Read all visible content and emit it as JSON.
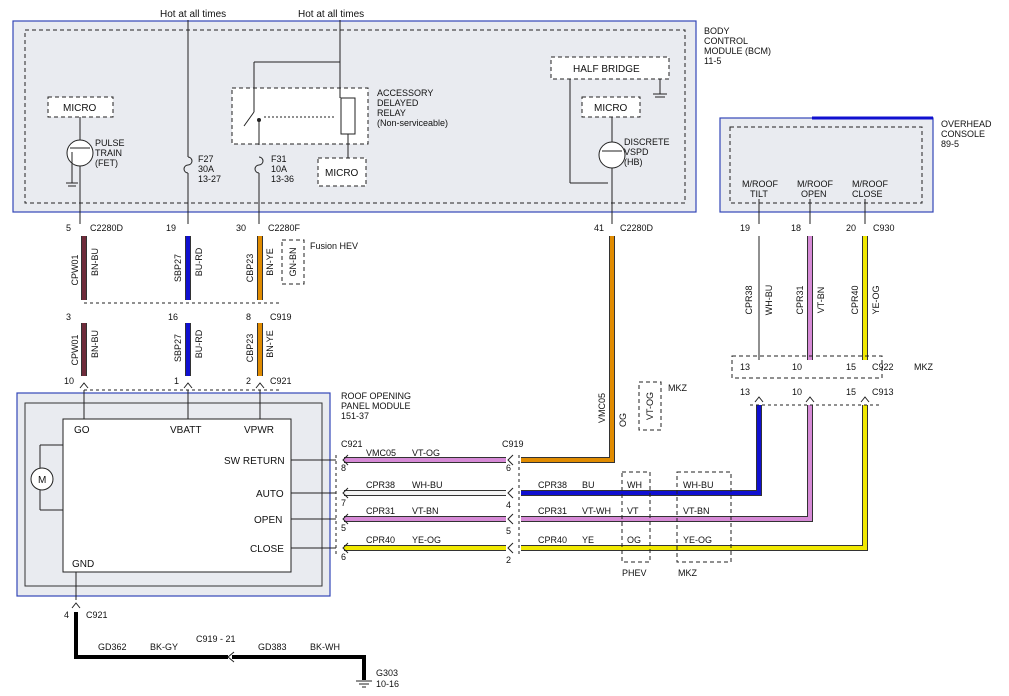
{
  "header": {
    "hot1": "Hot at all times",
    "hot2": "Hot at all times"
  },
  "bcm": {
    "title_lines": [
      "BODY",
      "CONTROL",
      "MODULE (BCM)",
      "11-5"
    ],
    "micro_left": "MICRO",
    "pulse_train": [
      "PULSE",
      "TRAIN",
      "(FET)"
    ],
    "relay": [
      "ACCESSORY",
      "DELAYED",
      "RELAY",
      "(Non-serviceable)"
    ],
    "micro_relay": "MICRO",
    "half_bridge": "HALF BRIDGE",
    "micro_right": "MICRO",
    "discrete": [
      "DISCRETE",
      "VSPD",
      "(HB)"
    ],
    "fuse_f27": [
      "F27",
      "30A",
      "13-27"
    ],
    "fuse_f31": [
      "F31",
      "10A",
      "13-36"
    ]
  },
  "overhead": {
    "title_lines": [
      "OVERHEAD",
      "CONSOLE",
      "89-5"
    ],
    "tilt": [
      "M/ROOF",
      "TILT"
    ],
    "open": [
      "M/ROOF",
      "OPEN"
    ],
    "close": [
      "M/ROOF",
      "CLOSE"
    ]
  },
  "roof_panel": {
    "title_lines": [
      "ROOF OPENING",
      "PANEL MODULE",
      "151-37"
    ],
    "go": "GO",
    "vbatt": "VBATT",
    "vpwr": "VPWR",
    "sw_return": "SW RETURN",
    "auto": "AUTO",
    "open": "OPEN",
    "close": "CLOSE",
    "gnd": "GND",
    "motor": "M"
  },
  "connectors": {
    "c2280d": "C2280D",
    "c2280f": "C2280F",
    "c2280d_right": "C2280D",
    "c919": "C919",
    "c921": "C921",
    "c921_row": "C921",
    "c919_row": "C919",
    "c930": "C930",
    "c922": "C922",
    "c913": "C913",
    "c921_gnd": "C921",
    "c919_21": "C919 - 21"
  },
  "pins": {
    "top": [
      "5",
      "19",
      "30",
      "41"
    ],
    "c919": [
      "3",
      "16",
      "8"
    ],
    "c921": [
      "10",
      "1",
      "2"
    ],
    "c930": [
      "19",
      "18",
      "20"
    ],
    "c922": [
      "13",
      "10",
      "15"
    ],
    "c913": [
      "13",
      "10",
      "15"
    ],
    "left_c921": [
      "8",
      "7",
      "5",
      "6"
    ],
    "right_c919": [
      "6",
      "4",
      "5",
      "2"
    ],
    "gnd": "4"
  },
  "wires": {
    "cpw01": [
      "CPW01",
      "BN-BU"
    ],
    "sbp27": [
      "SBP27",
      "BU-RD"
    ],
    "cbp23": [
      "CBP23",
      "BN-YE"
    ],
    "fusion_alt": "GN-BN",
    "fusion_label": "Fusion HEV",
    "cpw01b": [
      "CPW01",
      "BN-BU"
    ],
    "sbp27b": [
      "SBP27",
      "BU-RD"
    ],
    "cbp23b": [
      "CBP23",
      "BN-YE"
    ],
    "vmc05v": [
      "VMC05",
      "OG"
    ],
    "mkz_alt": "VT-OG",
    "mkz_label": "MKZ",
    "cpr38v": [
      "CPR38",
      "WH-BU"
    ],
    "cpr31v": [
      "CPR31",
      "VT-BN"
    ],
    "cpr40v": [
      "CPR40",
      "YE-OG"
    ],
    "mkz_c922": "MKZ"
  },
  "rows": {
    "left": [
      [
        "VMC05",
        "VT-OG"
      ],
      [
        "CPR38",
        "WH-BU"
      ],
      [
        "CPR31",
        "VT-BN"
      ],
      [
        "CPR40",
        "YE-OG"
      ]
    ],
    "right": [
      [
        "CPR38",
        "BU"
      ],
      [
        "CPR31",
        "VT-WH"
      ],
      [
        "CPR40",
        "YE"
      ]
    ],
    "phev": [
      "WH",
      "VT",
      "OG"
    ],
    "mkz": [
      "WH-BU",
      "VT-BN",
      "YE-OG"
    ],
    "phev_label": "PHEV",
    "mkz_label": "MKZ"
  },
  "ground": {
    "gd362": [
      "GD362",
      "BK-GY"
    ],
    "gd383": [
      "GD383",
      "BK-WH"
    ],
    "g303": [
      "G303",
      "10-16"
    ]
  },
  "colors": {
    "frame": "#3346b7",
    "brown": "#6e2b3a",
    "blue": "#1010d0",
    "orange": "#e08b00",
    "violet": "#d68ad6",
    "yellow": "#f0e800",
    "black": "#000000"
  }
}
